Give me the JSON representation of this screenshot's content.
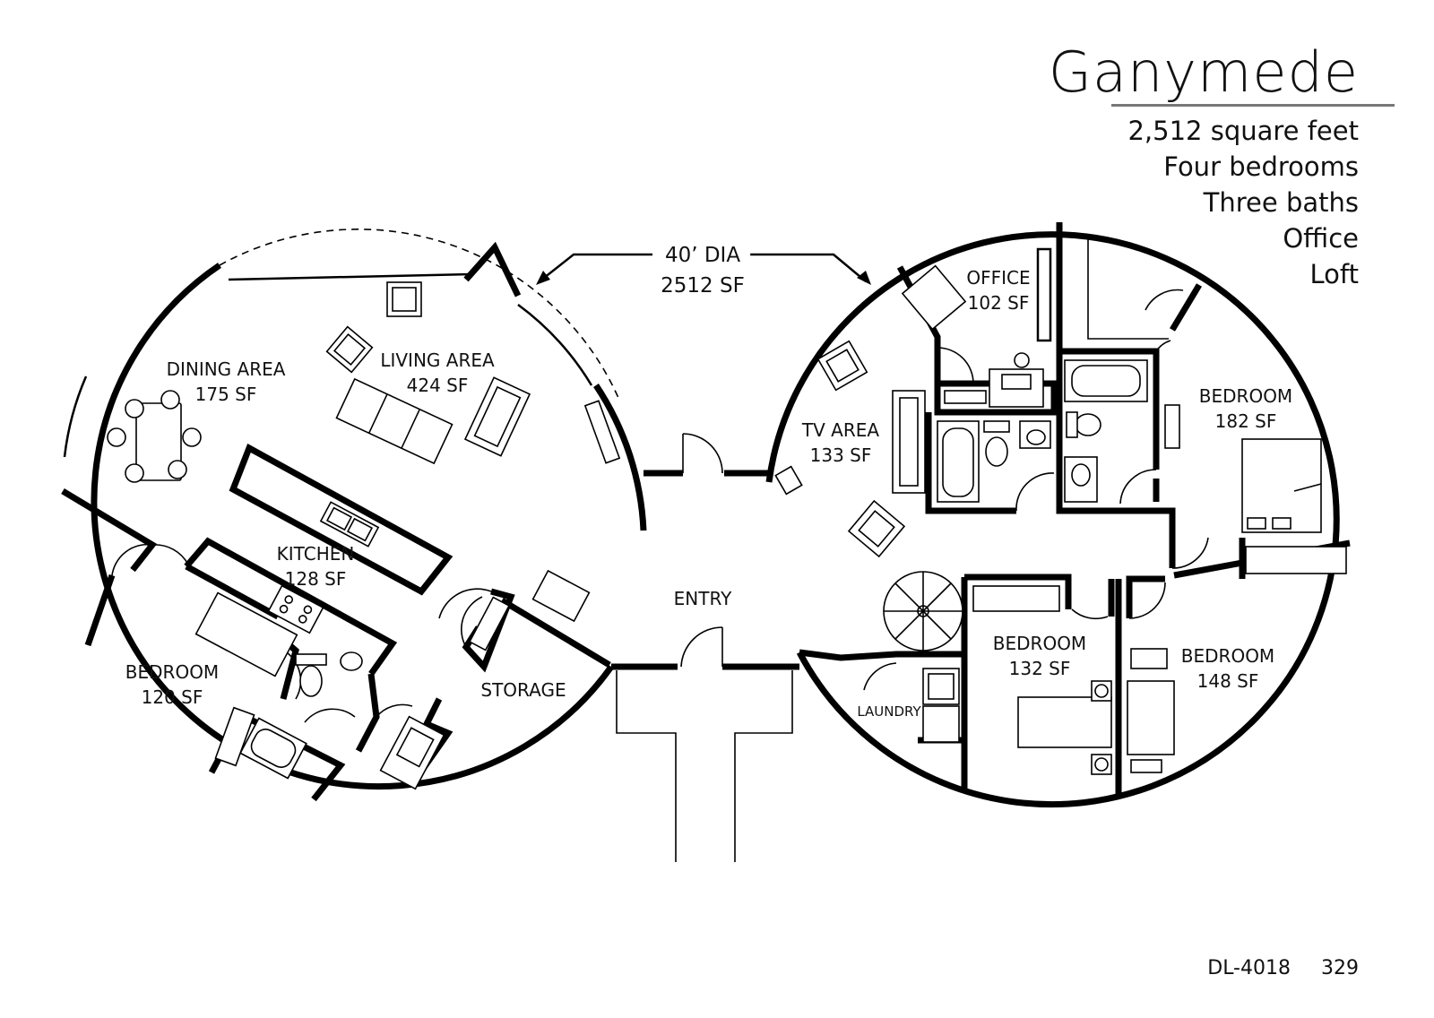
{
  "title": "Ganymede",
  "specs": [
    "2,512 square feet",
    "Four bedrooms",
    "Three baths",
    "Office",
    "Loft"
  ],
  "dimension": {
    "diameter": "40’ DIA",
    "area": "2512 SF"
  },
  "rooms": {
    "dining": {
      "name": "DINING AREA",
      "area": "175 SF"
    },
    "living": {
      "name": "LIVING AREA",
      "area": "424 SF"
    },
    "kitchen": {
      "name": "KITCHEN",
      "area": "128 SF"
    },
    "bedroom_west": {
      "name": "BEDROOM",
      "area": "120 SF"
    },
    "storage": {
      "name": "STORAGE"
    },
    "entry": {
      "name": "ENTRY"
    },
    "office": {
      "name": "OFFICE",
      "area": "102 SF"
    },
    "tv": {
      "name": "TV AREA",
      "area": "133 SF"
    },
    "bedroom_northeast": {
      "name": "BEDROOM",
      "area": "182 SF"
    },
    "bedroom_middle": {
      "name": "BEDROOM",
      "area": "132 SF"
    },
    "bedroom_southeast": {
      "name": "BEDROOM",
      "area": "148 SF"
    },
    "laundry": {
      "name": "LAUNDRY"
    }
  },
  "footer": {
    "code": "DL-4018",
    "page": "329"
  }
}
